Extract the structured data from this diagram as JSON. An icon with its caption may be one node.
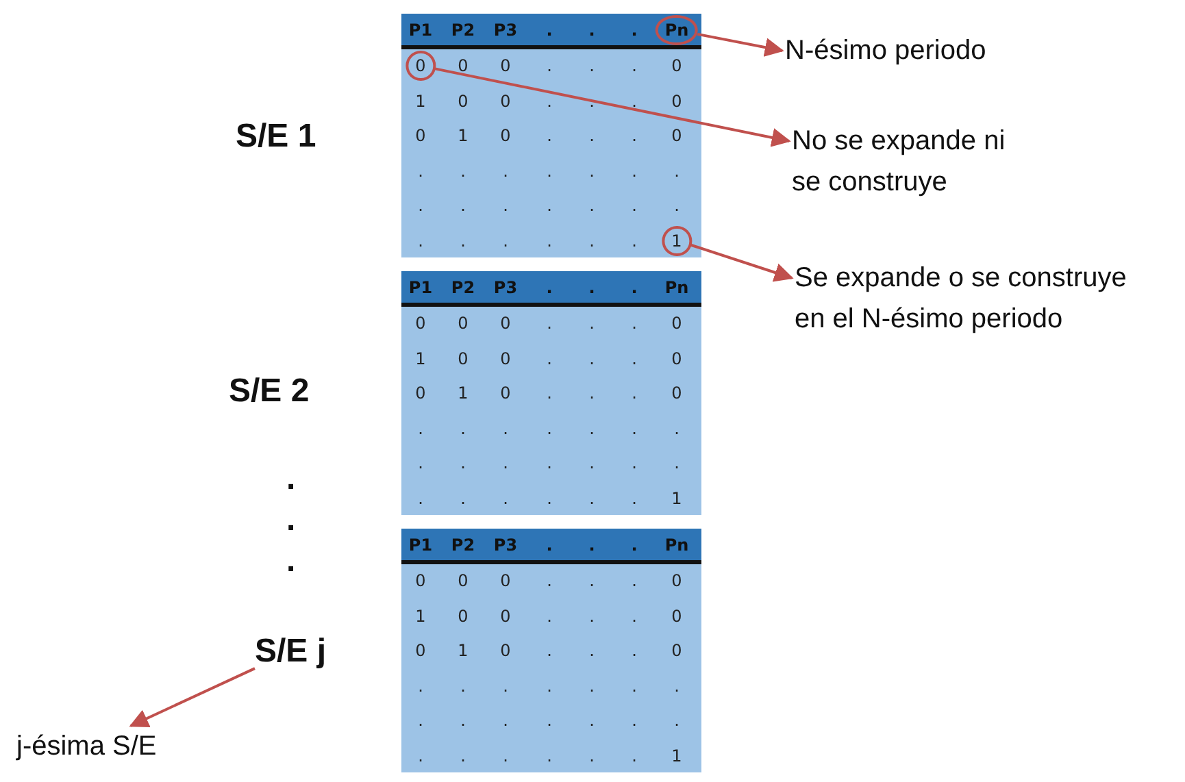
{
  "diagram": {
    "nodes": [
      {
        "text": [
          "Pn"
        ]
      },
      {
        "text": [
          "0"
        ]
      },
      {
        "text": [
          "1"
        ]
      },
      {
        "text": [
          "N-ésimo periodo"
        ]
      },
      {
        "text": [
          "No se expande ni se construye"
        ]
      },
      {
        "text": [
          "Se expande o se construye en el N-ésimo periodo"
        ]
      },
      {
        "text": [
          "S/E j"
        ]
      },
      {
        "text": [
          "j-ésima S/E"
        ]
      }
    ],
    "edges": [
      {
        "from": 0,
        "to": 3,
        "arrow": "to"
      },
      {
        "from": 1,
        "to": 4,
        "arrow": "to"
      },
      {
        "from": 2,
        "to": 5,
        "arrow": "to"
      },
      {
        "from": 6,
        "to": 7,
        "arrow": "to"
      }
    ],
    "labels": [
      "S/E 1",
      "S/E 2",
      ".",
      ".",
      ".",
      "P1",
      "P2",
      "P3",
      ".",
      ".",
      ".",
      "0",
      "0",
      ".",
      ".",
      ".",
      "0",
      "1",
      "0",
      "0",
      ".",
      ".",
      ".",
      "0",
      "0",
      "1",
      "0",
      ".",
      ".",
      ".",
      "0",
      ".",
      ".",
      ".",
      ".",
      ".",
      ".",
      ".",
      ".",
      ".",
      ".",
      ".",
      ".",
      ".",
      ".",
      ".",
      ".",
      ".",
      ".",
      ".",
      ".",
      "P1",
      "P2",
      "P3",
      ".",
      ".",
      ".",
      "Pn",
      "0",
      "0",
      "0",
      ".",
      ".",
      ".",
      "0",
      "1",
      "0",
      "0",
      ".",
      ".",
      ".",
      "0",
      "0",
      "1",
      "0",
      ".",
      ".",
      ".",
      "0",
      ".",
      ".",
      ".",
      ".",
      ".",
      ".",
      ".",
      ".",
      ".",
      ".",
      ".",
      ".",
      ".",
      ".",
      ".",
      ".",
      ".",
      ".",
      ".",
      ".",
      "1",
      "P1",
      "P2",
      "P3",
      ".",
      ".",
      ".",
      "Pn",
      "0",
      "0",
      "0",
      ".",
      ".",
      ".",
      "0",
      "1",
      "0",
      "0",
      ".",
      ".",
      ".",
      "0",
      "0",
      "1",
      "0",
      ".",
      ".",
      ".",
      "0",
      ".",
      ".",
      ".",
      ".",
      ".",
      ".",
      ".",
      ".",
      ".",
      ".",
      ".",
      ".",
      ".",
      ".",
      ".",
      ".",
      ".",
      ".",
      ".",
      ".",
      "1"
    ]
  }
}
